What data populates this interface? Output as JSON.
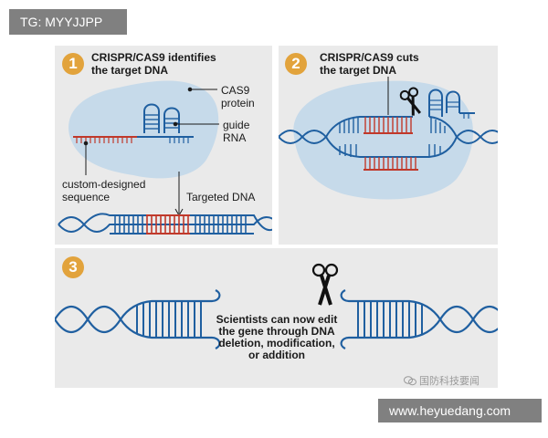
{
  "overlays": {
    "top_tag": "TG: MYYJJPP",
    "bottom_tag": "www.heyuedang.com"
  },
  "panel1": {
    "number": "1",
    "title_line1": "CRISPR/CAS9 identifies",
    "title_line2": "the target DNA",
    "cas9_line1": "CAS9",
    "cas9_line2": "protein",
    "guide_line1": "guide",
    "guide_line2": "RNA",
    "custom_line1": "custom-designed",
    "custom_line2": "sequence",
    "targeted_dna": "Targeted DNA"
  },
  "panel2": {
    "number": "2",
    "title_line1": "CRISPR/CAS9 cuts",
    "title_line2": "the target DNA"
  },
  "panel3": {
    "number": "3",
    "text_line1": "Scientists can now edit",
    "text_line2": "the gene through DNA",
    "text_line3": "deletion, modification,",
    "text_line4": "or addition"
  },
  "watermark": {
    "text": "国防科技要闻",
    "icon": "wechat-icon"
  },
  "colors": {
    "panel_bg": "#eaeaea",
    "protein_blob": "#c6daea",
    "dna_strand": "#1f5fa0",
    "target_red": "#c0392b",
    "badge": "#e2a33c",
    "tag_bg": "#808080"
  }
}
